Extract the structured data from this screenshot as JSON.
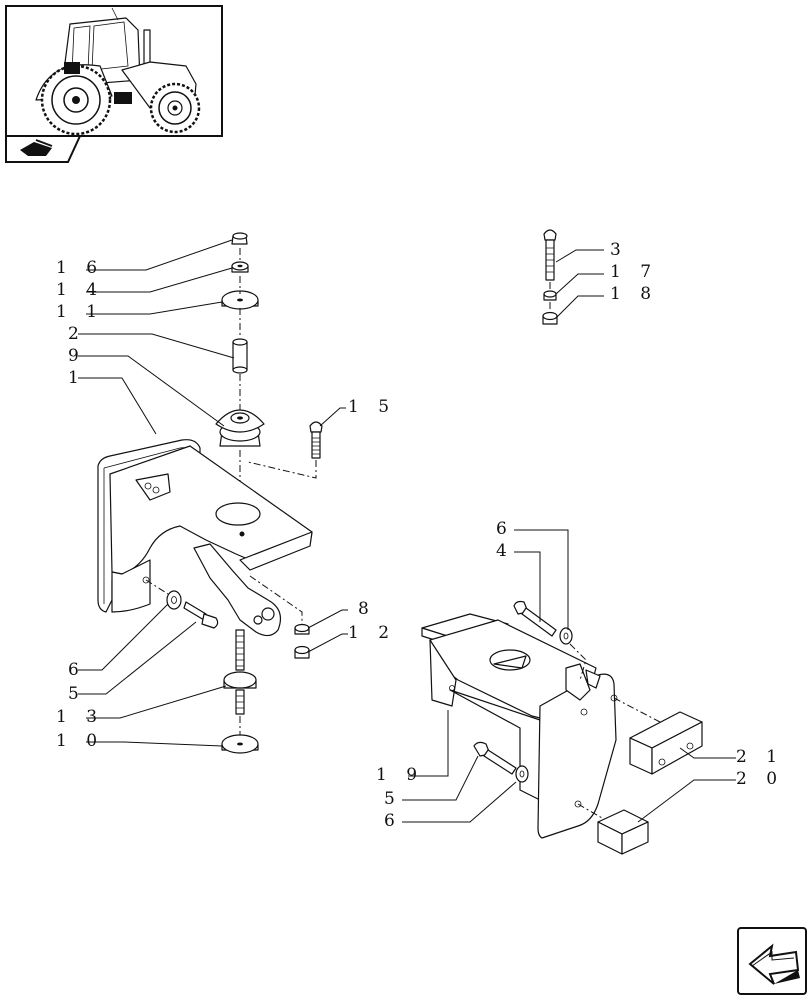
{
  "callouts": [
    {
      "id": "16",
      "text": "1 6"
    },
    {
      "id": "14",
      "text": "1 4"
    },
    {
      "id": "11",
      "text": "1 1"
    },
    {
      "id": "2",
      "text": "2"
    },
    {
      "id": "9",
      "text": "9"
    },
    {
      "id": "1",
      "text": "1"
    },
    {
      "id": "15",
      "text": "1 5"
    },
    {
      "id": "3",
      "text": "3"
    },
    {
      "id": "17",
      "text": "1 7"
    },
    {
      "id": "18",
      "text": "1 8"
    },
    {
      "id": "8",
      "text": "8"
    },
    {
      "id": "12",
      "text": "1 2"
    },
    {
      "id": "6a",
      "text": "6"
    },
    {
      "id": "5a",
      "text": "5"
    },
    {
      "id": "13",
      "text": "1 3"
    },
    {
      "id": "10",
      "text": "1 0"
    },
    {
      "id": "6b",
      "text": "6"
    },
    {
      "id": "4",
      "text": "4"
    },
    {
      "id": "19",
      "text": "1 9"
    },
    {
      "id": "5b",
      "text": "5"
    },
    {
      "id": "6c",
      "text": "6"
    },
    {
      "id": "21",
      "text": "2 1"
    },
    {
      "id": "20",
      "text": "2 0"
    }
  ],
  "icons": {
    "thumbnail": "tractor-thumbnail-icon",
    "section_tab": "section-folder-icon",
    "nav": "next-page-arrow-icon"
  }
}
